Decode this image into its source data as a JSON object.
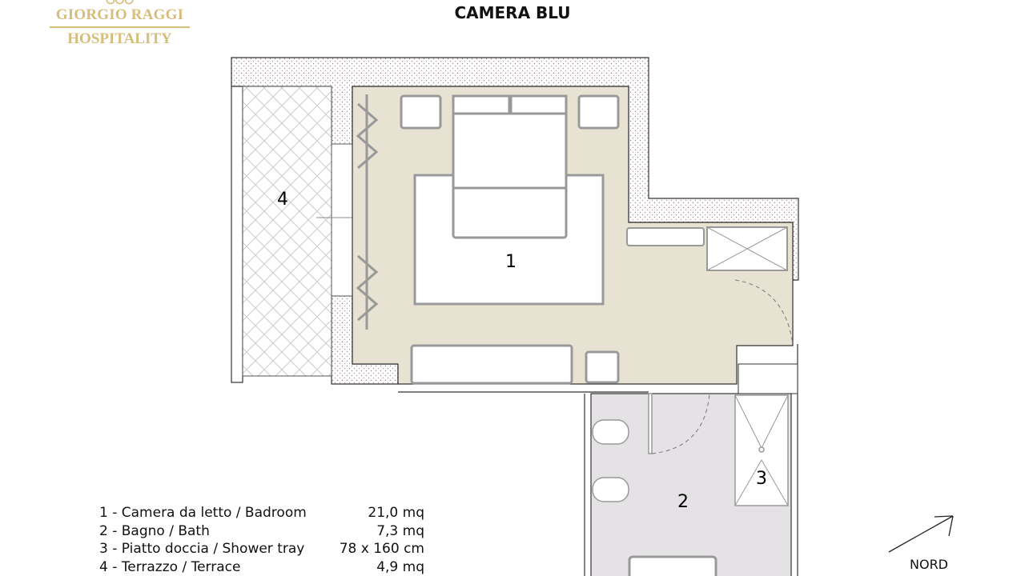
{
  "logo": {
    "line1": "GIORGIO RAGGI",
    "line2": "HOSPITALITY"
  },
  "title": "CAMERA BLU",
  "rooms": {
    "r1": "1",
    "r2": "2",
    "r3": "3",
    "r4": "4"
  },
  "legend": [
    {
      "label": "1 - Camera da letto / Badroom",
      "value": "21,0 mq"
    },
    {
      "label": "2 - Bagno / Bath",
      "value": "7,3 mq"
    },
    {
      "label": "3 - Piatto doccia / Shower tray",
      "value": "78 x 160 cm"
    },
    {
      "label": "4 - Terrazzo / Terrace",
      "value": "4,9 mq"
    }
  ],
  "compass": {
    "label": "NORD"
  },
  "colors": {
    "bedroom": "#e8e2d3",
    "bath": "#e5e2e5",
    "logo": "#d6bd7c",
    "furniture": "#999999"
  }
}
